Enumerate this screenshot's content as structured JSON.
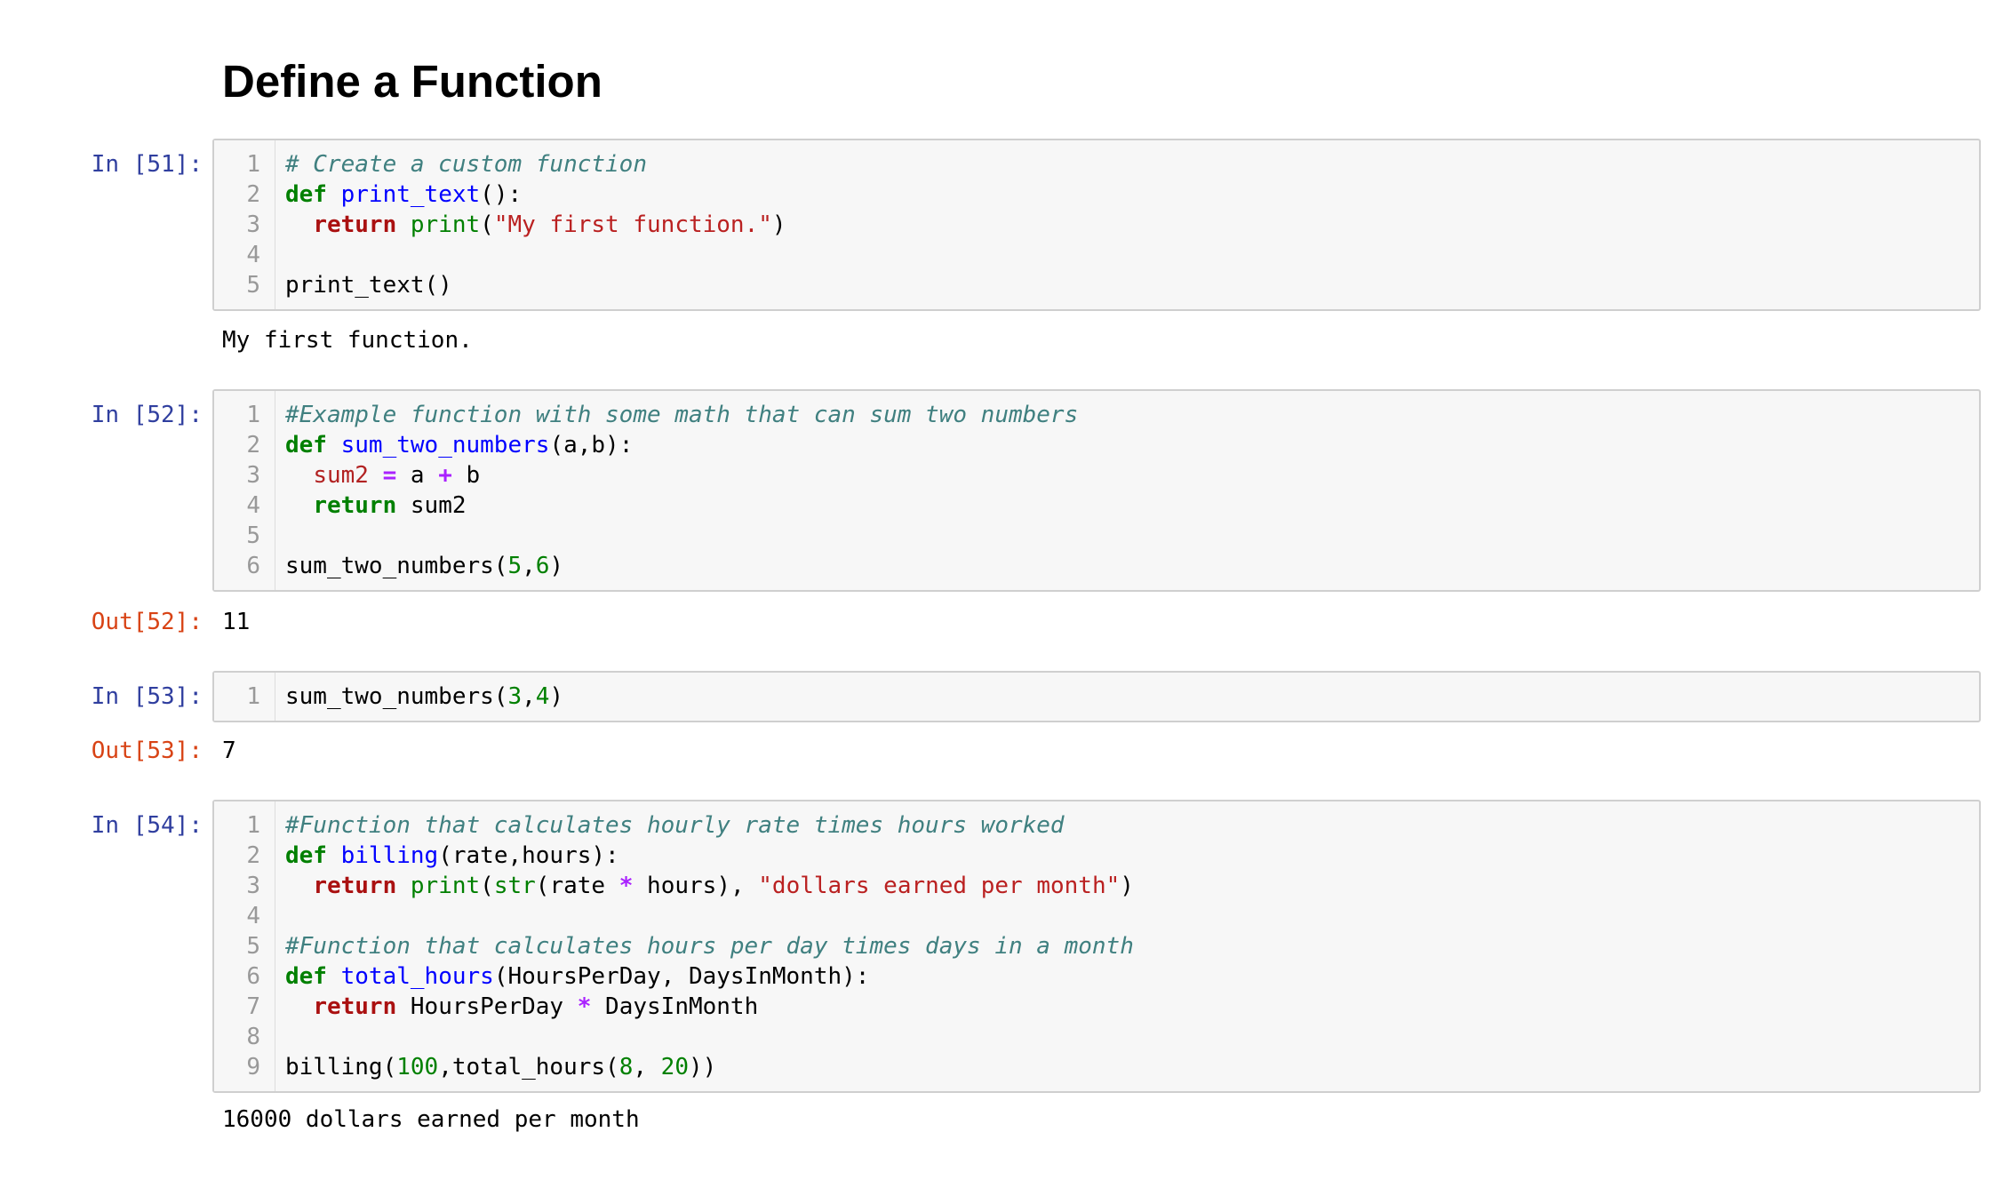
{
  "heading": "Define a Function",
  "cells": [
    {
      "prompt": "In [51]:",
      "line_numbers": [
        "1",
        "2",
        "3",
        "4",
        "5"
      ],
      "code": {
        "l1_comment": "# Create a custom function",
        "l2_def": "def",
        "l2_name": "print_text",
        "l2_rest": "():",
        "l3_indent": "  ",
        "l3_return": "return",
        "l3_print": "print",
        "l3_paren_open": "(",
        "l3_string": "\"My first function.\"",
        "l3_paren_close": ")",
        "l5_call": "print_text()"
      },
      "output": "My first function."
    },
    {
      "prompt": "In [52]:",
      "out_prompt": "Out[52]:",
      "line_numbers": [
        "1",
        "2",
        "3",
        "4",
        "5",
        "6"
      ],
      "code": {
        "l1_comment": "#Example function with some math that can sum two numbers",
        "l2_def": "def",
        "l2_name": "sum_two_numbers",
        "l2_rest": "(a,b):",
        "l3_indent": "  ",
        "l3_var": "sum2",
        "l3_eq": "=",
        "l3_a": "a",
        "l3_plus": "+",
        "l3_b": "b",
        "l4_indent": "  ",
        "l4_return": "return",
        "l4_rest": "sum2",
        "l6_call": "sum_two_numbers(",
        "l6_n1": "5",
        "l6_comma": ",",
        "l6_n2": "6",
        "l6_close": ")"
      },
      "output": "11"
    },
    {
      "prompt": "In [53]:",
      "out_prompt": "Out[53]:",
      "line_numbers": [
        "1"
      ],
      "code": {
        "l1_call": "sum_two_numbers(",
        "l1_n1": "3",
        "l1_comma": ",",
        "l1_n2": "4",
        "l1_close": ")"
      },
      "output": "7"
    },
    {
      "prompt": "In [54]:",
      "line_numbers": [
        "1",
        "2",
        "3",
        "4",
        "5",
        "6",
        "7",
        "8",
        "9"
      ],
      "code": {
        "l1_comment": "#Function that calculates hourly rate times hours worked",
        "l2_def": "def",
        "l2_name": "billing",
        "l2_rest": "(rate,hours):",
        "l3_indent": "  ",
        "l3_return": "return",
        "l3_print": "print",
        "l3_open": "(",
        "l3_str_fn": "str",
        "l3_mid": "(rate",
        "l3_star": "*",
        "l3_mid2": "hours),",
        "l3_string": "\"dollars earned per month\"",
        "l3_close": ")",
        "l5_comment": "#Function that calculates hours per day times days in a month",
        "l6_def": "def",
        "l6_name": "total_hours",
        "l6_rest": "(HoursPerDay, DaysInMonth):",
        "l7_indent": "  ",
        "l7_return": "return",
        "l7_a": "HoursPerDay",
        "l7_star": "*",
        "l7_b": "DaysInMonth",
        "l9_call": "billing(",
        "l9_n1": "100",
        "l9_mid": ",total_hours(",
        "l9_n2": "8",
        "l9_comma": ", ",
        "l9_n3": "20",
        "l9_close": "))"
      },
      "output": "16000 dollars earned per month"
    }
  ]
}
